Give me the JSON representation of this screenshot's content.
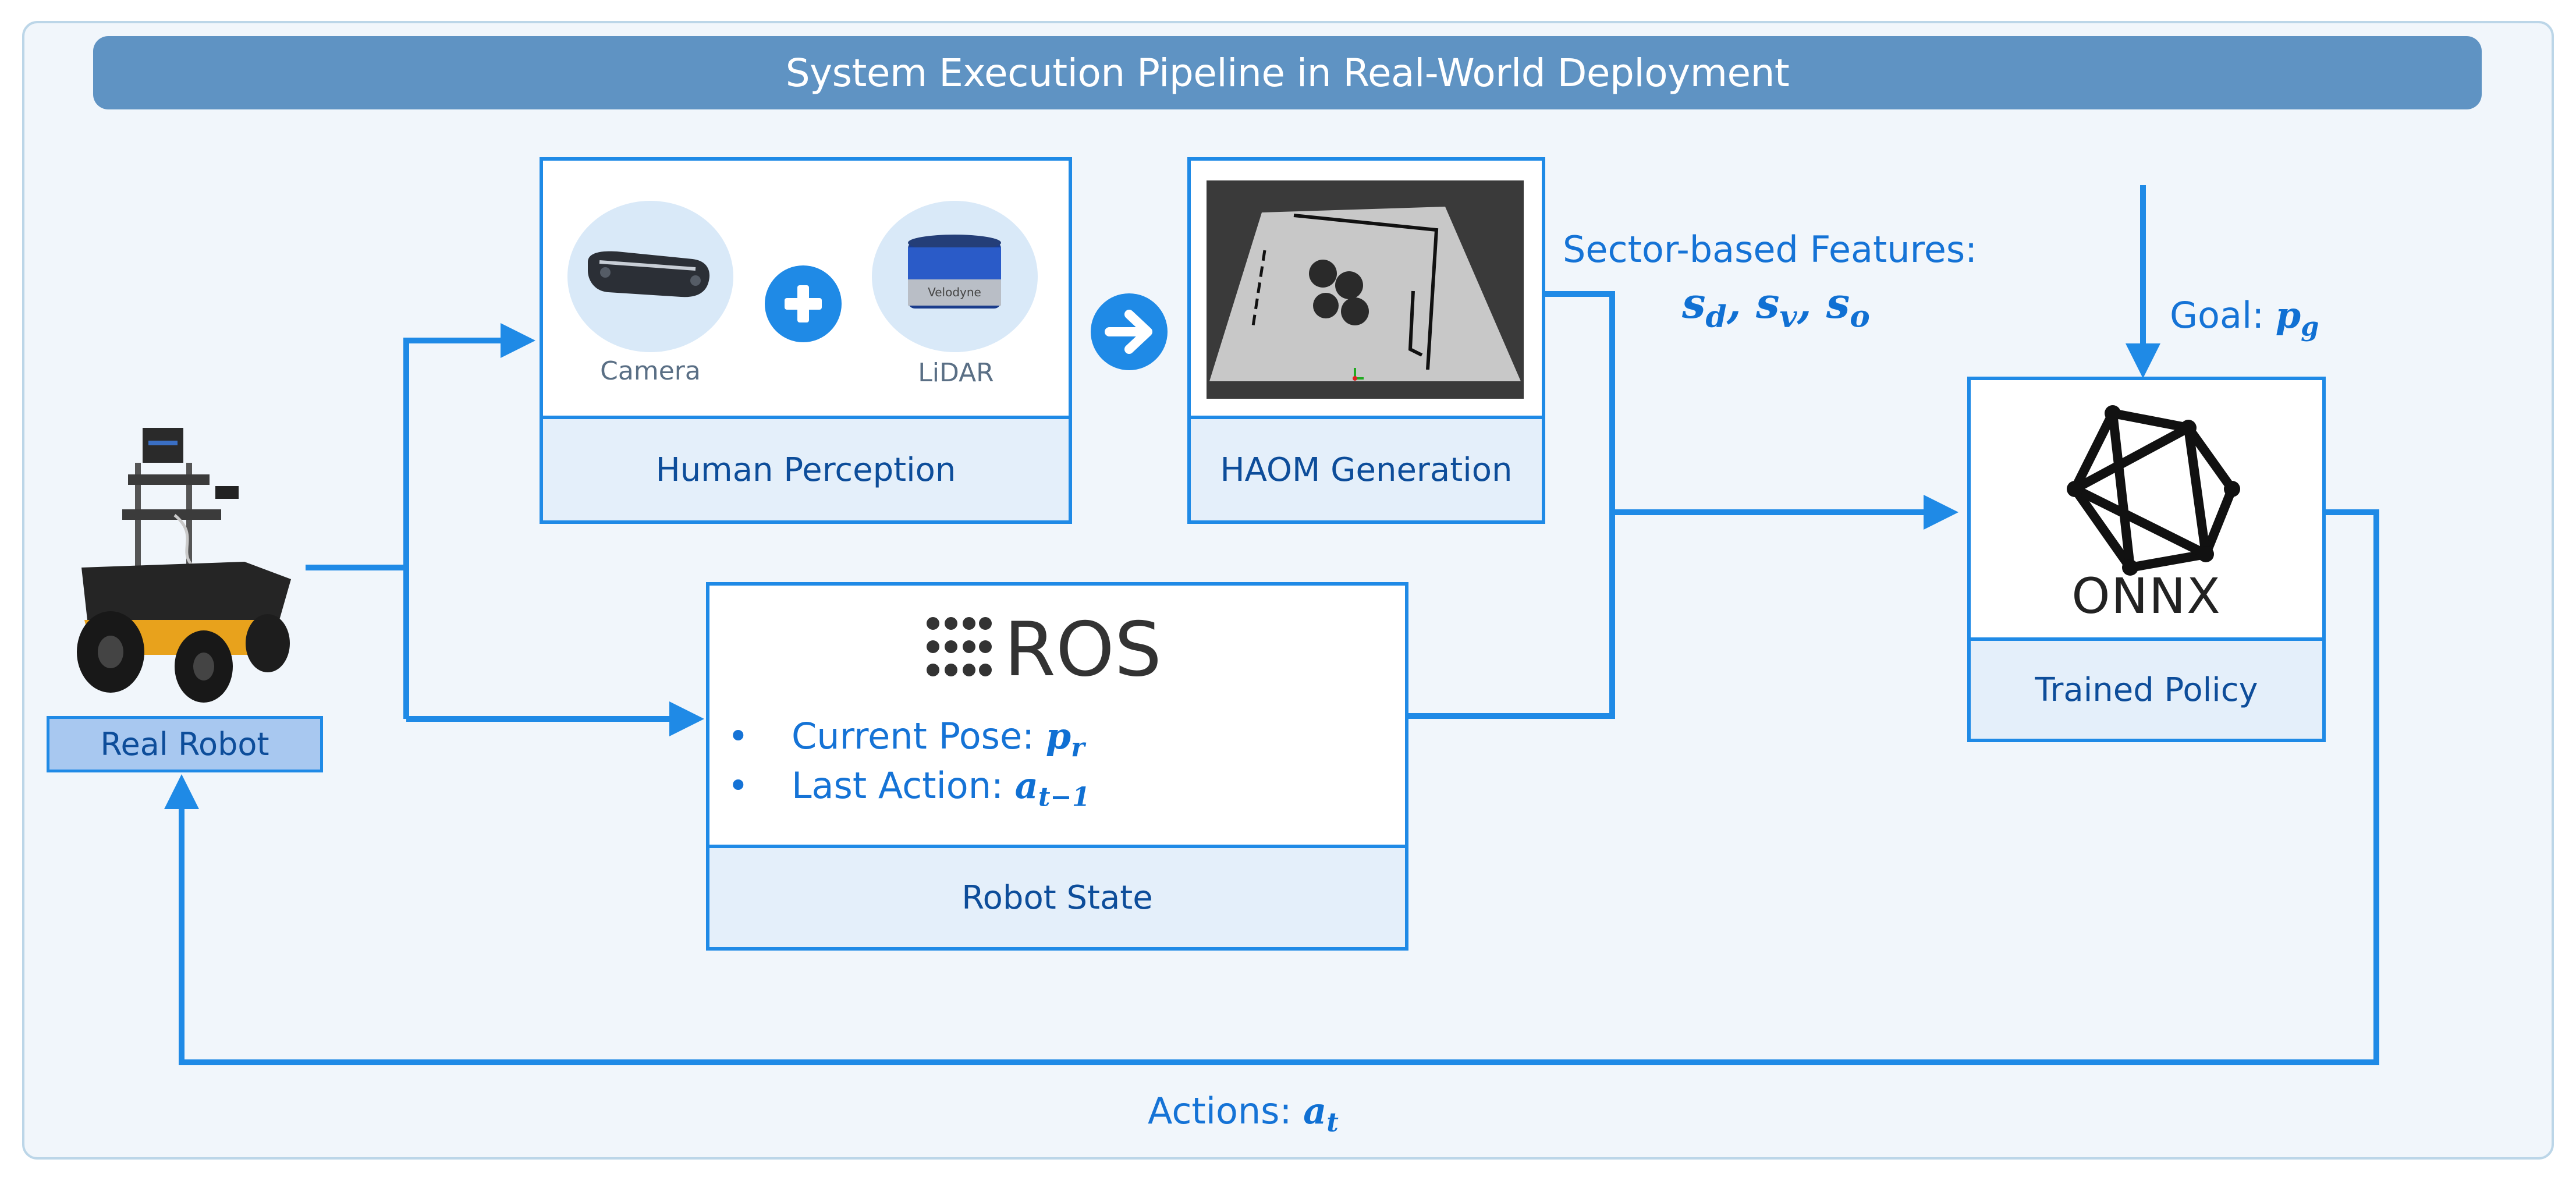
{
  "title": "System Execution Pipeline in Real-World Deployment",
  "colors": {
    "accent": "#1f8ae6",
    "title_bar": "#5f93c3",
    "label_fill": "#e4effa",
    "frame": "#f1f6fb"
  },
  "robot": {
    "label": "Real Robot",
    "icon": "ugv-robot-icon"
  },
  "perception": {
    "label": "Human Perception",
    "camera_label": "Camera",
    "lidar_label": "LiDAR",
    "lidar_brand": "Velodyne",
    "plus_icon": "plus-icon",
    "arrow_icon": "arrow-right-icon"
  },
  "haom": {
    "label": "HAOM Generation",
    "icon": "occupancy-map-icon"
  },
  "features": {
    "label": "Sector-based Features:",
    "symbols": [
      {
        "base": "s",
        "sub": "d"
      },
      {
        "base": "s",
        "sub": "v"
      },
      {
        "base": "s",
        "sub": "o"
      }
    ]
  },
  "goal": {
    "label": "Goal: ",
    "base": "p",
    "sub": "g"
  },
  "policy": {
    "label": "Trained Policy",
    "logo_text": "ONNX",
    "icon": "onnx-logo-icon"
  },
  "robot_state": {
    "label": "Robot State",
    "logo_text": "ROS",
    "icon": "ros-logo-icon",
    "items": [
      {
        "bullet": "•",
        "text": "Current Pose: ",
        "base": "p",
        "sub": "r"
      },
      {
        "bullet": "•",
        "text": "Last Action: ",
        "base": "a",
        "sub": "t−1"
      }
    ]
  },
  "actions": {
    "label": "Actions: ",
    "base": "a",
    "sub": "t"
  }
}
